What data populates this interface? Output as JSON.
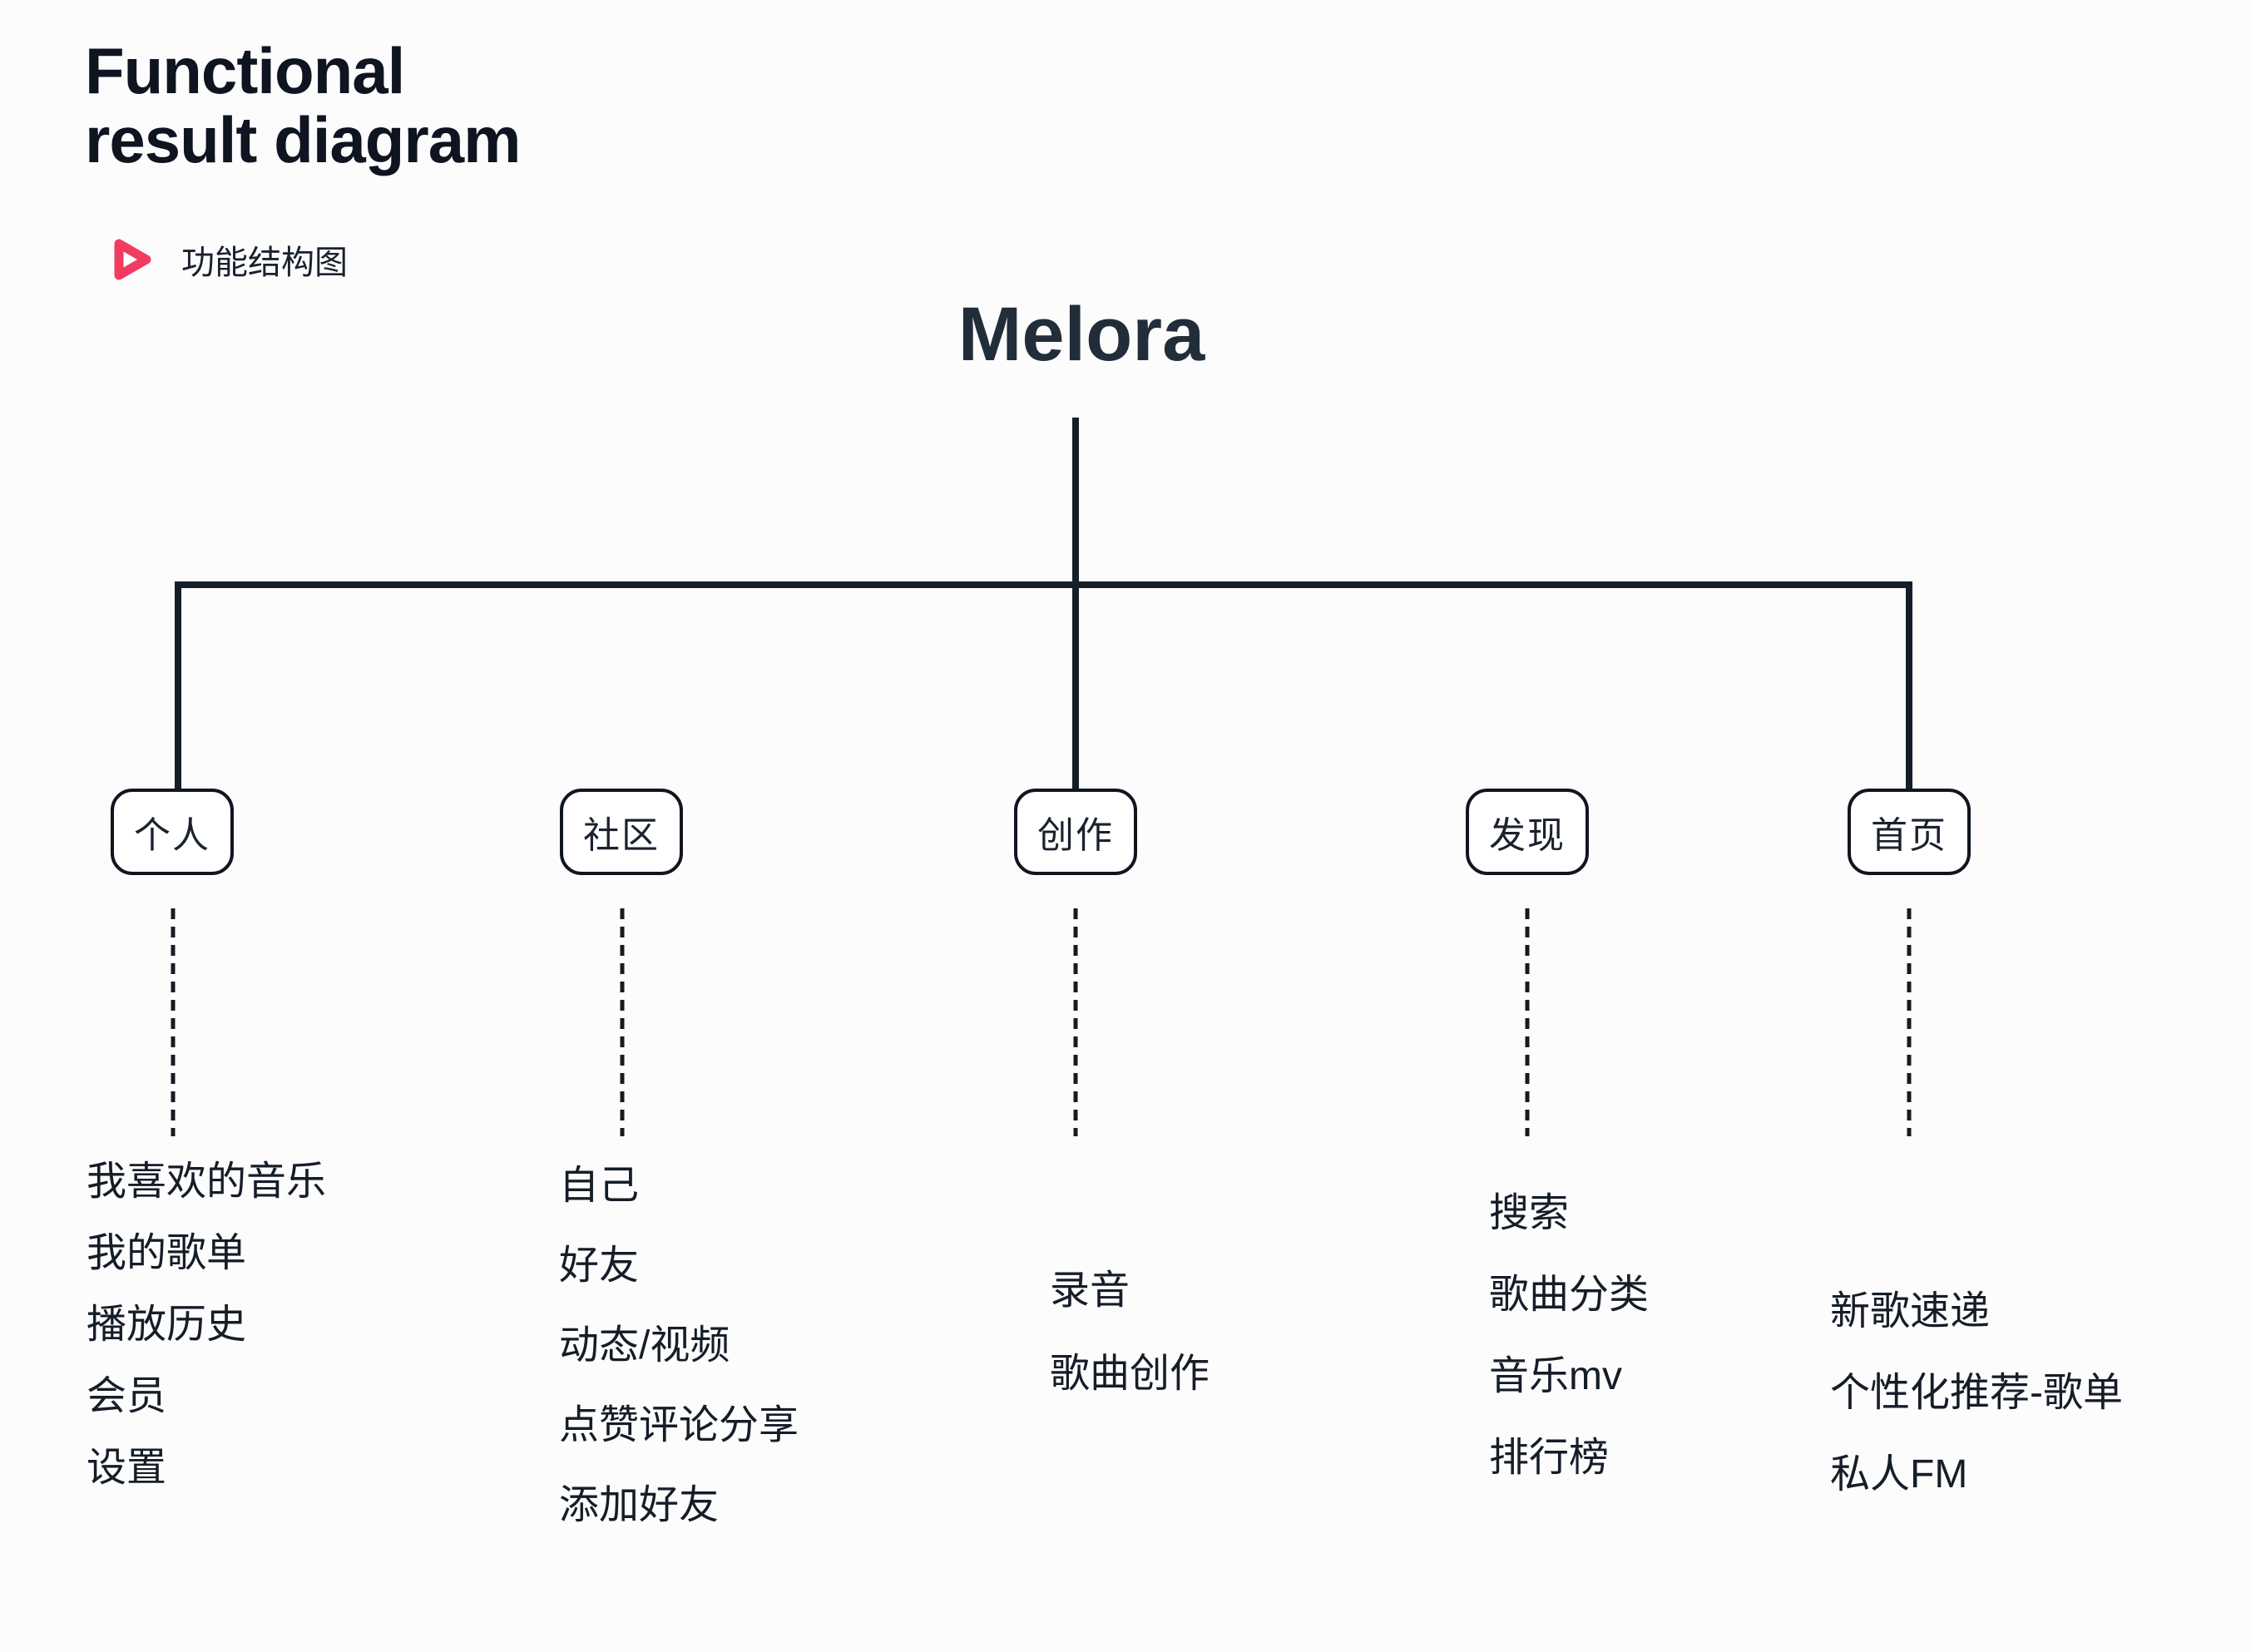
{
  "header": {
    "title_line1": "Functional",
    "title_line2": "result diagram",
    "subtitle": "功能结构图"
  },
  "root": {
    "label": "Melora"
  },
  "branches": [
    {
      "label": "个人",
      "items": [
        "我喜欢的音乐",
        "我的歌单",
        "播放历史",
        "会员",
        "设置"
      ]
    },
    {
      "label": "社区",
      "items": [
        "自己",
        "好友",
        "动态/视频",
        "点赞评论分享",
        "添加好友"
      ]
    },
    {
      "label": "创作",
      "items": [
        "录音",
        "歌曲创作"
      ]
    },
    {
      "label": "发现",
      "items": [
        "搜索",
        "歌曲分类",
        "音乐mv",
        "排行榜"
      ]
    },
    {
      "label": "首页",
      "items": [
        "新歌速递",
        "个性化推荐-歌单",
        "私人FM"
      ]
    }
  ],
  "colors": {
    "accent": "#f23c5f",
    "line_ink": "#151e29",
    "text_ink": "#1a222e"
  }
}
